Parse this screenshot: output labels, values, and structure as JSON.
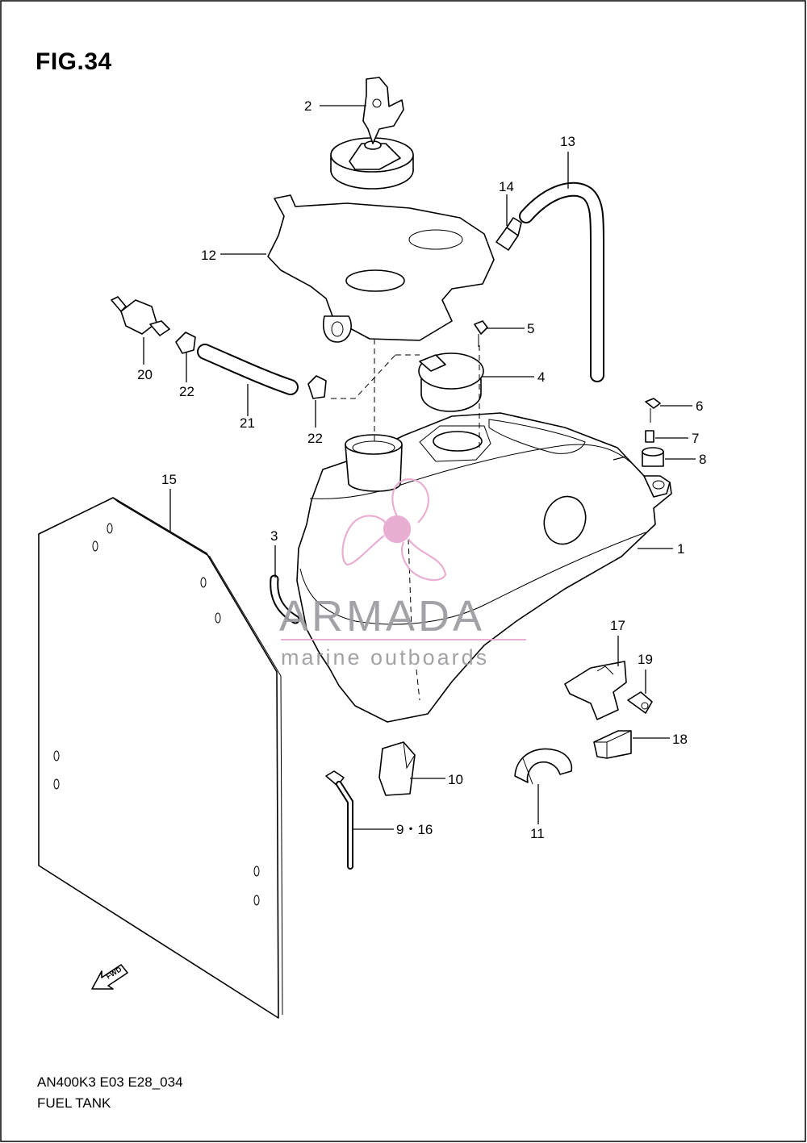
{
  "figure": {
    "title": "FIG.34",
    "model_code": "AN400K3 E03 E28_034",
    "name": "FUEL TANK"
  },
  "watermark": {
    "brand": "ARMADA",
    "tagline": "marine outboards",
    "color": "#e7a9cf",
    "text_color": "#9c9ca0"
  },
  "fwd_arrow": {
    "label": "FWD"
  },
  "callouts": {
    "c1": "1",
    "c2": "2",
    "c3": "3",
    "c4": "4",
    "c5": "5",
    "c6": "6",
    "c7": "7",
    "c8": "8",
    "c9": "9・16",
    "c10": "10",
    "c11": "11",
    "c12": "12",
    "c13": "13",
    "c14": "14",
    "c15": "15",
    "c17": "17",
    "c18": "18",
    "c19": "19",
    "c20": "20",
    "c21": "21",
    "c22a": "22",
    "c22b": "22"
  }
}
